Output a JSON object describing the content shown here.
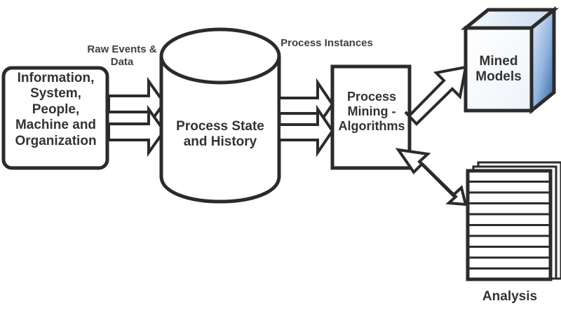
{
  "nodes": {
    "source": {
      "lines": [
        "Information,",
        "System,",
        "People,",
        "Machine and",
        "Organization"
      ]
    },
    "store": {
      "lines": [
        "Process State",
        "and History"
      ]
    },
    "mining": {
      "lines": [
        "Process",
        "Mining -",
        "Algorithms"
      ]
    },
    "models": {
      "lines": [
        "Mined",
        "Models"
      ]
    },
    "analysis": {
      "lines": [
        "Analysis"
      ]
    }
  },
  "edges": {
    "raw_events": {
      "lines": [
        "Raw Events &",
        "Data"
      ]
    },
    "instances": {
      "lines": [
        "Process Instances"
      ]
    }
  },
  "colors": {
    "stroke": "#2b2b2b",
    "text": "#333333",
    "cube_side_dark": "#2f5f9e",
    "cube_side_light": "#d7e6f6",
    "cube_top": "#e9f1fa"
  }
}
